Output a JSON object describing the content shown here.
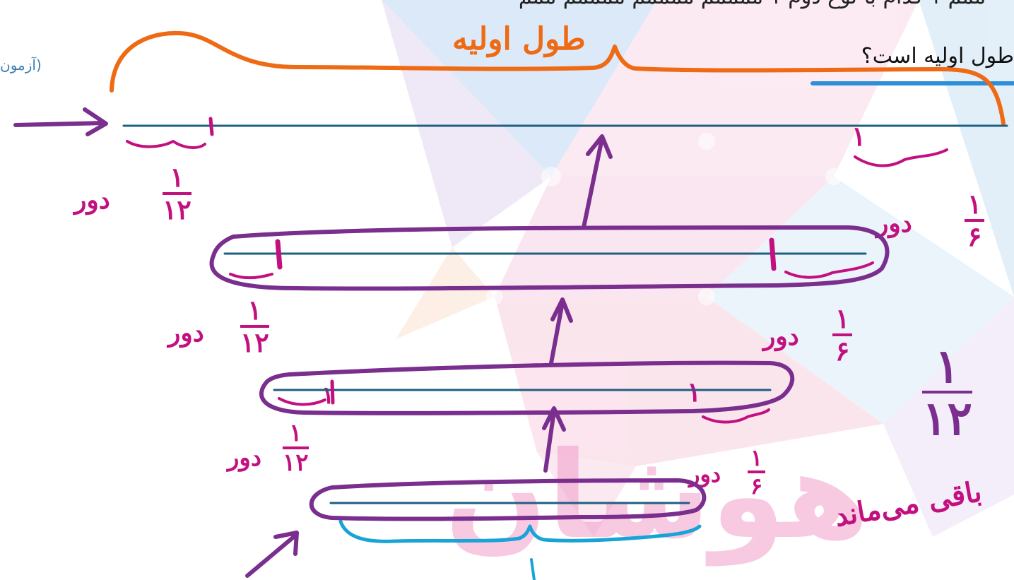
{
  "question": {
    "top_text": "ممم ۱ کدام با نوع دوم ۱ ممممم ممممم ممممم ممم",
    "line2_text": "طول اولیه است؟",
    "source_tag": "(آزمون"
  },
  "annotations": {
    "title_handwritten": "طول اولیه",
    "remaining_handwritten": "باقی می‌ماند",
    "mark_one": "۱",
    "fraction_label_word": "دور",
    "fractions": {
      "twelfth": {
        "numerator": "۱",
        "denominator": "۱۲"
      },
      "sixth": {
        "numerator": "۱",
        "denominator": "۶"
      }
    }
  },
  "watermark": {
    "brand_text": "هوشان"
  },
  "colors": {
    "line": "#1f5f82",
    "orange": "#ef6a14",
    "purple": "#7a2e8e",
    "magenta": "#c2107f",
    "cyan": "#19a3d6",
    "blue_underline": "#2e8fd8"
  }
}
